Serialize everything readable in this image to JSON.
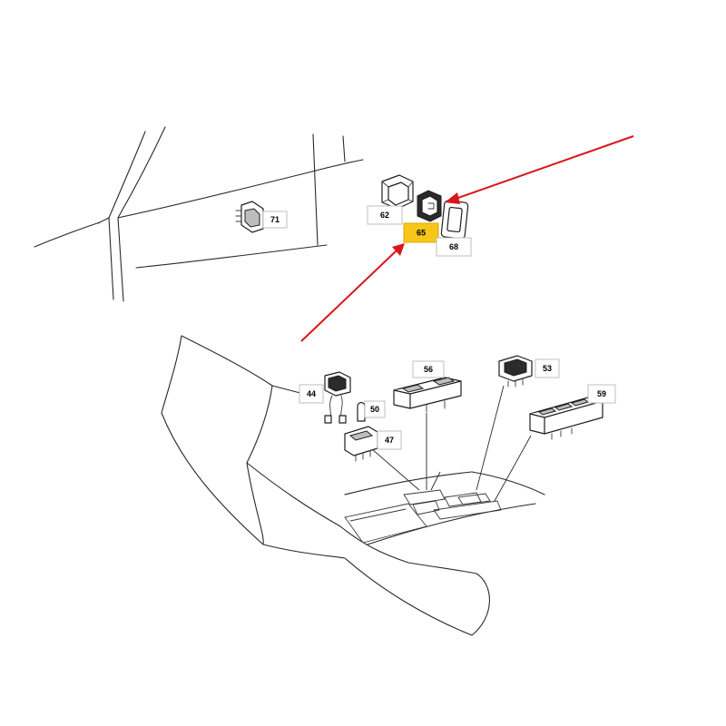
{
  "diagram": {
    "highlight_color": "#f6c61a",
    "arrow_color": "#d8171a",
    "callouts": [
      {
        "id": "71",
        "label": "71",
        "highlighted": false
      },
      {
        "id": "62",
        "label": "62",
        "highlighted": false
      },
      {
        "id": "65",
        "label": "65",
        "highlighted": true
      },
      {
        "id": "68",
        "label": "68",
        "highlighted": false
      },
      {
        "id": "56",
        "label": "56",
        "highlighted": false
      },
      {
        "id": "53",
        "label": "53",
        "highlighted": false
      },
      {
        "id": "44",
        "label": "44",
        "highlighted": false
      },
      {
        "id": "50",
        "label": "50",
        "highlighted": false
      },
      {
        "id": "59",
        "label": "59",
        "highlighted": false
      },
      {
        "id": "47",
        "label": "47",
        "highlighted": false
      }
    ],
    "arrows_point_to": [
      "65",
      "65"
    ]
  }
}
